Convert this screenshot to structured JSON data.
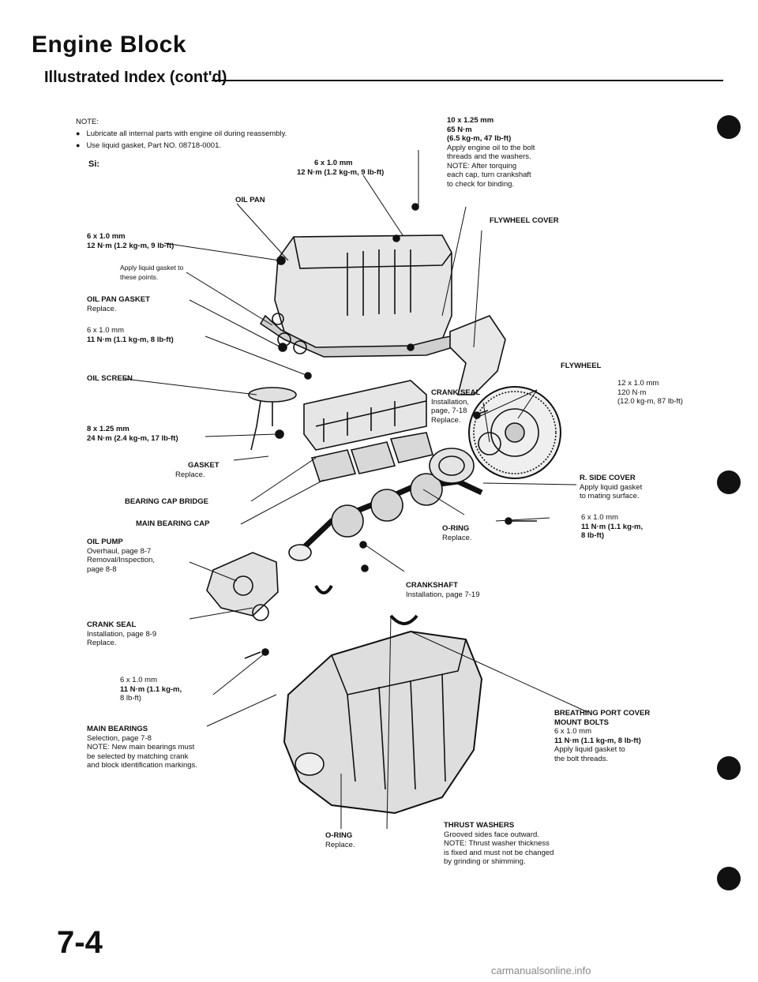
{
  "header": {
    "title": "Engine Block",
    "subtitle": "Illustrated Index (cont'd)"
  },
  "notes": {
    "heading": "NOTE:",
    "items": [
      "Lubricate all internal parts with engine oil during reassembly.",
      "Use liquid gasket, Part NO. 08718-0001."
    ],
    "si": "Si:"
  },
  "labels": {
    "bolt_10x125": {
      "spec": "10 x 1.25 mm",
      "torque1": "65 N·m",
      "torque2": "(6.5 kg-m, 47 lb-ft)",
      "note": [
        "Apply engine oil to the bolt",
        "threads and the washers.",
        "NOTE: After torquing",
        "each cap, turn crankshaft",
        "to check for binding."
      ]
    },
    "bolt_top_6x1": {
      "spec": "6 x 1.0 mm",
      "torque": "12 N·m (1.2 kg-m, 9 lb-ft)"
    },
    "oil_pan": "OIL PAN",
    "bolt_left_6x1_12": {
      "spec": "6 x 1.0 mm",
      "torque": "12 N·m (1.2 kg-m, 9 lb-ft)"
    },
    "apply_gasket": [
      "Apply liquid gasket to",
      "these points."
    ],
    "oil_pan_gasket": {
      "name": "OIL PAN GASKET",
      "note": "Replace."
    },
    "bolt_left_6x1_11": {
      "spec": "6 x 1.0 mm",
      "torque": "11 N·m (1.1 kg-m, 8 lb-ft)"
    },
    "flywheel_cover": "FLYWHEEL COVER",
    "flywheel": "FLYWHEEL",
    "bolt_12x1": {
      "spec": "12 x 1.0 mm",
      "torque1": "120 N·m",
      "torque2": "(12.0 kg-m, 87 lb-ft)"
    },
    "oil_screen": "OIL SCREEN",
    "crank_seal_right": {
      "name": "CRANK SEAL",
      "note": [
        "Installation,",
        "page, 7-18",
        "Replace."
      ]
    },
    "bolt_8x125": {
      "spec": "8 x 1.25 mm",
      "torque": "24 N·m (2.4 kg-m, 17 lb-ft)"
    },
    "gasket": {
      "name": "GASKET",
      "note": "Replace."
    },
    "bearing_cap_bridge": "BEARING CAP BRIDGE",
    "r_side_cover": {
      "name": "R. SIDE COVER",
      "note": [
        "Apply liquid gasket",
        "to mating surface."
      ]
    },
    "main_bearing_cap": "MAIN BEARING CAP",
    "oil_pump": {
      "name": "OIL PUMP",
      "note": [
        "Overhaul, page 8-7",
        "Removal/Inspection,",
        "page 8-8"
      ]
    },
    "o_ring_mid": {
      "name": "O-RING",
      "note": "Replace."
    },
    "bolt_right_6x1": {
      "spec": "6 x 1.0 mm",
      "torque1": "11 N·m (1.1 kg-m,",
      "torque2": "8 lb-ft)"
    },
    "crankshaft": {
      "name": "CRANKSHAFT",
      "note": "Installation, page 7-19"
    },
    "crank_seal_left": {
      "name": "CRANK SEAL",
      "note": [
        "Installation, page 8-9",
        "Replace."
      ]
    },
    "bolt_low_6x1": {
      "spec": "6 x 1.0 mm",
      "torque1": "11 N·m (1.1 kg-m,",
      "torque2": "8 lb-ft)"
    },
    "main_bearings": {
      "name": "MAIN BEARINGS",
      "note": [
        "Selection, page 7-8",
        "NOTE: New main bearings must",
        "be selected by matching crank",
        "and block identification markings."
      ]
    },
    "breathing_port": {
      "name1": "BREATHING PORT COVER",
      "name2": "MOUNT BOLTS",
      "spec": "6 x 1.0 mm",
      "torque": "11 N·m (1.1 kg-m, 8 lb-ft)",
      "note": [
        "Apply liquid gasket to",
        "the bolt threads."
      ]
    },
    "o_ring_bottom": {
      "name": "O-RING",
      "note": "Replace."
    },
    "thrust_washers": {
      "name": "THRUST WASHERS",
      "note": [
        "Grooved sides face outward.",
        "NOTE: Thrust washer thickness",
        "is fixed and must not be changed",
        "by grinding or shimming."
      ]
    }
  },
  "footer": {
    "page_number": "7-4",
    "watermark": "carmanualsonline.info"
  }
}
